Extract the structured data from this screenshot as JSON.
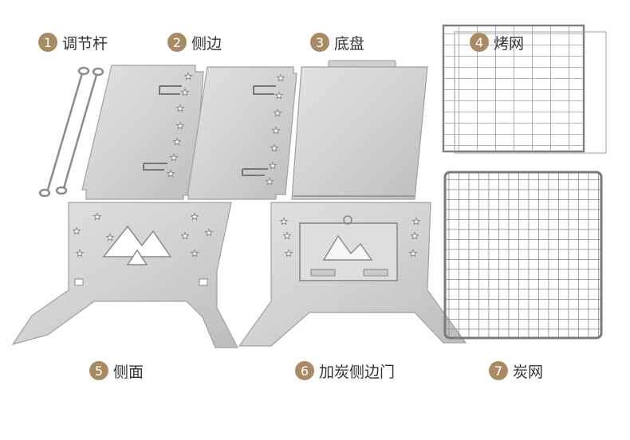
{
  "colors": {
    "badge": "#a98b63",
    "text": "#333333",
    "metal": "#d8d8d8",
    "metal_edge": "#a9a9a9"
  },
  "parts": [
    {
      "num": "1",
      "name": "调节杆"
    },
    {
      "num": "2",
      "name": "侧边"
    },
    {
      "num": "3",
      "name": "底盘"
    },
    {
      "num": "4",
      "name": "烤网"
    },
    {
      "num": "5",
      "name": "侧面"
    },
    {
      "num": "6",
      "name": "加炭侧边门"
    },
    {
      "num": "7",
      "name": "炭网"
    }
  ]
}
